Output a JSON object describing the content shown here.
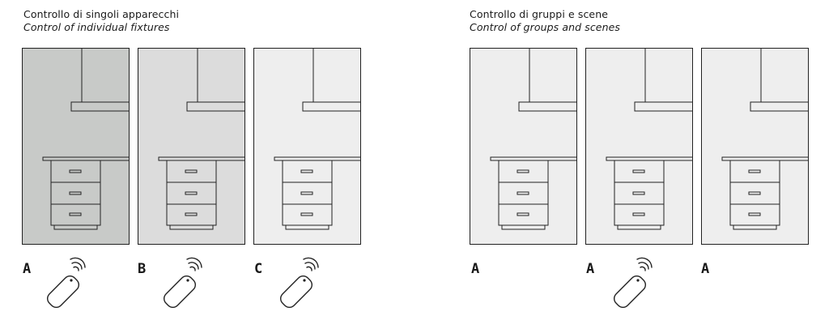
{
  "section_individual": {
    "title_it": "Controllo di singoli apparecchi",
    "title_en": "Control of individual fixtures",
    "panels": [
      {
        "shade": "#c8cac8"
      },
      {
        "shade": "#dcdcdc"
      },
      {
        "shade": "#eeeeee"
      }
    ],
    "labels": [
      "A",
      "B",
      "C"
    ]
  },
  "section_groups": {
    "title_it": "Controllo di gruppi e scene",
    "title_en": "Control of groups and scenes",
    "panels": [
      {
        "shade": "#eeeeee"
      },
      {
        "shade": "#eeeeee"
      },
      {
        "shade": "#eeeeee"
      }
    ],
    "labels": [
      "A",
      "A",
      "A"
    ]
  },
  "icons": {
    "remote": "remote-control-icon",
    "signal": "wireless-signal-icon"
  }
}
